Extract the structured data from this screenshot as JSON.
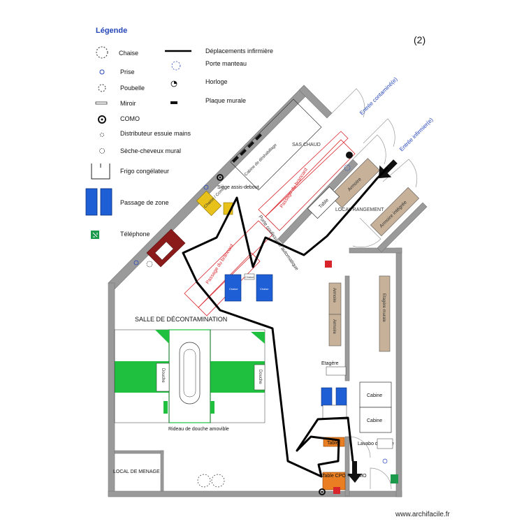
{
  "legend": {
    "title": "Légende",
    "items": {
      "chaise": "Chaise",
      "prise": "Prise",
      "poubelle": "Poubelle",
      "miroir": "Miroir",
      "como": "COMO",
      "distributeur": "Distributeur essuie mains",
      "seche": "Sèche-cheveux mural",
      "frigo": "Frigo congélateur",
      "passage": "Passage de zone",
      "telephone": "Téléphone",
      "deplacements": "Déplacements infirmière",
      "porte_manteau": "Porte manteau",
      "horloge": "Horloge",
      "plaque": "Plaque murale"
    }
  },
  "page_number": "(2)",
  "watermark": "www.archifacile.fr",
  "labels": {
    "entree_contaminee": "Entrée contaminé(e)",
    "entree_infirmier": "Entrée infirmier(e)",
    "sas_chaud": "SAS CHAUD",
    "cabine_deshabillage": "Cabine de déshabillage",
    "passage_brancard_1": "Passage du brancard",
    "passage_brancard_2": "Passage du brancard",
    "armoire_top": "Armoire",
    "table_top": "Table",
    "local_rangement": "LOCAL RANGEMENT",
    "armoire_integree": "Armoire intégrée",
    "chaise_como": "Chaise / Como",
    "siege": "Siège assis-debout",
    "porte_coulissante": "Porte coulissante automatique",
    "salle": "SALLE DE DÉCONTAMINATION",
    "chaise_small": "Chaise",
    "chaise_blue_1": "Chaise",
    "chaise_blue_2": "Chaise",
    "armoire_mid_1": "Armoire",
    "armoire_mid_2": "Armoire",
    "etagere_murale": "Etagère murale",
    "etagere": "Etagère",
    "douche_1": "Douche",
    "douche_2": "Douche",
    "rideau": "Rideau de douche amovible",
    "cabine_1": "Cabine",
    "cabine_2": "Cabine",
    "table_orange": "Table",
    "lavabo": "Lavabo de sortie",
    "table_cpo": "Table CPO + COMO",
    "local_menage": "LOCAL DE MENAGE"
  },
  "colors": {
    "wall": "#9a9a9a",
    "blue": "#1f5fd6",
    "green": "#1fbf3f",
    "tan": "#c7b299",
    "orange": "#e97f22",
    "yellow": "#e8c21a",
    "red": "#d8242a",
    "maroon": "#8b1a1a",
    "label_blue": "#2546b8",
    "phone_green": "#1a9a4a"
  }
}
